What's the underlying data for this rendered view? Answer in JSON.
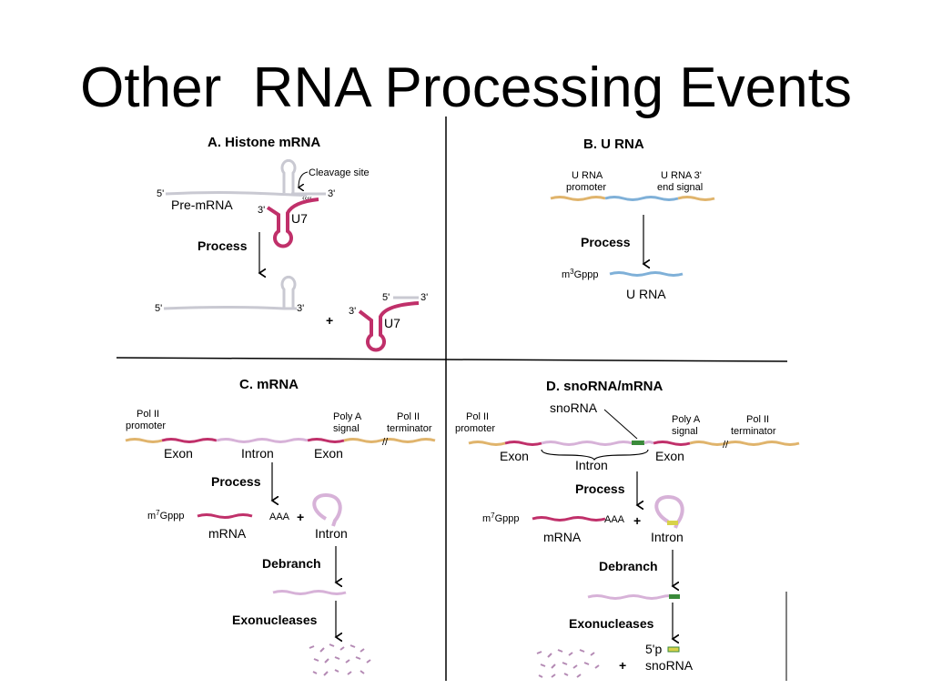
{
  "slide": {
    "title": "Other  RNA Processing Events"
  },
  "panels": {
    "a": {
      "title": "A. Histone mRNA",
      "five_prime": "5'",
      "three_prime": "3'",
      "cleavage": "Cleavage site",
      "pre_mrna": "Pre-mRNA",
      "u7_three": "3'",
      "u7": "U7",
      "process": "Process",
      "product_five": "5'",
      "product_three": "3'",
      "plus": "+",
      "u7b_three": "3'",
      "u7b_five": "5'",
      "u7b_three_b": "3'",
      "u7b": "U7"
    },
    "b": {
      "title": "B. U RNA",
      "promoter": [
        "U RNA",
        "promoter"
      ],
      "end_signal": [
        "U RNA 3'",
        "end signal"
      ],
      "process": "Process",
      "cap_prefix": "m",
      "cap_sup": "3",
      "cap_suffix": "Gppp",
      "product": "U RNA"
    },
    "c": {
      "title": "C. mRNA",
      "pol2_promoter": [
        "Pol II",
        "promoter"
      ],
      "polya": [
        "Poly A",
        "signal"
      ],
      "pol2_term": [
        "Pol II",
        "terminator"
      ],
      "exon1": "Exon",
      "intron": "Intron",
      "exon2": "Exon",
      "process": "Process",
      "cap_prefix": "m",
      "cap_sup": "7",
      "cap_suffix": "Gppp",
      "aaa": "AAA",
      "plus": "+",
      "mrna": "mRNA",
      "intron_lariat": "Intron",
      "debranch": "Debranch",
      "exonucleases": "Exonucleases"
    },
    "d": {
      "title": "D. snoRNA/mRNA",
      "snorna_label": "snoRNA",
      "pol2_promoter": [
        "Pol II",
        "promoter"
      ],
      "polya": [
        "Poly A",
        "signal"
      ],
      "pol2_term": [
        "Pol II",
        "terminator"
      ],
      "exon1": "Exon",
      "exon2": "Exon",
      "intron": "Intron",
      "process": "Process",
      "cap_prefix": "m",
      "cap_sup": "7",
      "cap_suffix": "Gppp",
      "aaa": "AAA",
      "plus": "+",
      "mrna": "mRNA",
      "intron_lariat": "Intron",
      "debranch": "Debranch",
      "exonucleases": "Exonucleases",
      "plus2": "+",
      "five_p": "5'p",
      "snorna": "snoRNA"
    }
  },
  "colors": {
    "gray_strand": "#c9c9d2",
    "blue_strand": "#7fb0d8",
    "pink": "#c0306a",
    "lavender": "#d7b2d8",
    "tan": "#e0b46c",
    "green": "#3a8a3a",
    "yellow": "#d8d24a"
  }
}
